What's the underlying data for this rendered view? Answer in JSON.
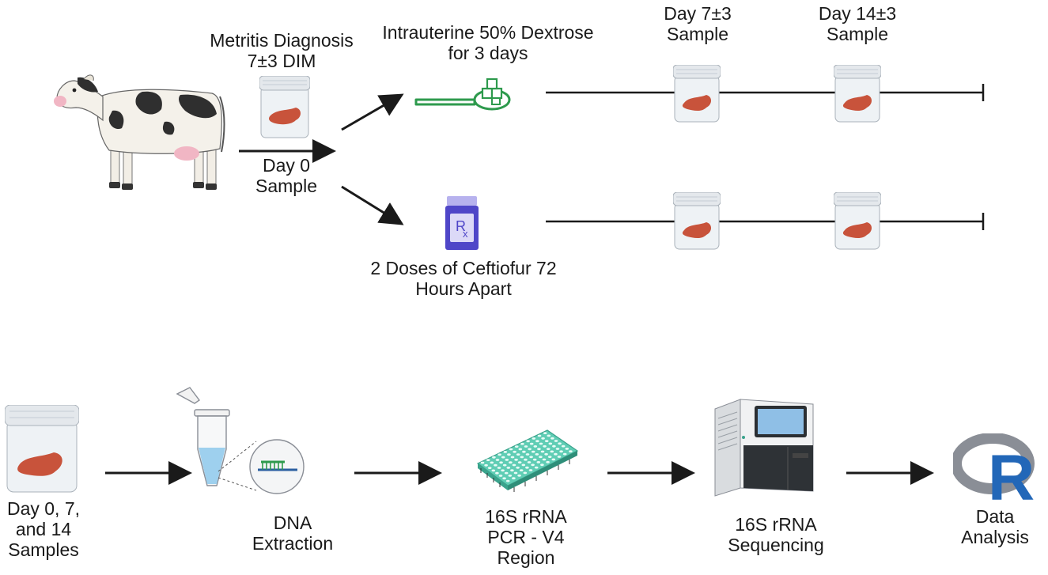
{
  "labels": {
    "metritis_diagnosis": "Metritis Diagnosis\n7±3 DIM",
    "day0_sample": "Day 0\nSample",
    "dextrose_treatment": "Intrauterine 50% Dextrose\nfor 3 days",
    "ceftiofur_treatment": "2 Doses of Ceftiofur 72\nHours Apart",
    "day7_sample": "Day 7±3\nSample",
    "day14_sample": "Day 14±3\nSample",
    "samples_all": "Day 0, 7,\nand 14\nSamples",
    "dna_extraction": "DNA\nExtraction",
    "pcr_v4": "16S rRNA\nPCR - V4\nRegion",
    "sequencing": "16S rRNA\nSequencing",
    "data_analysis": "Data\nAnalysis"
  },
  "icons": {
    "rx_symbol": "RX",
    "r_logo_letter": "R"
  },
  "colors": {
    "tissue": "#c8533b",
    "jar_lid": "#e4e8ec",
    "spoon": "#2e9a4d",
    "rx_bottle": "#4f46c8",
    "plate": "#5fcdb4",
    "r_blue": "#2267b8",
    "r_ring": "#8a8e96"
  }
}
